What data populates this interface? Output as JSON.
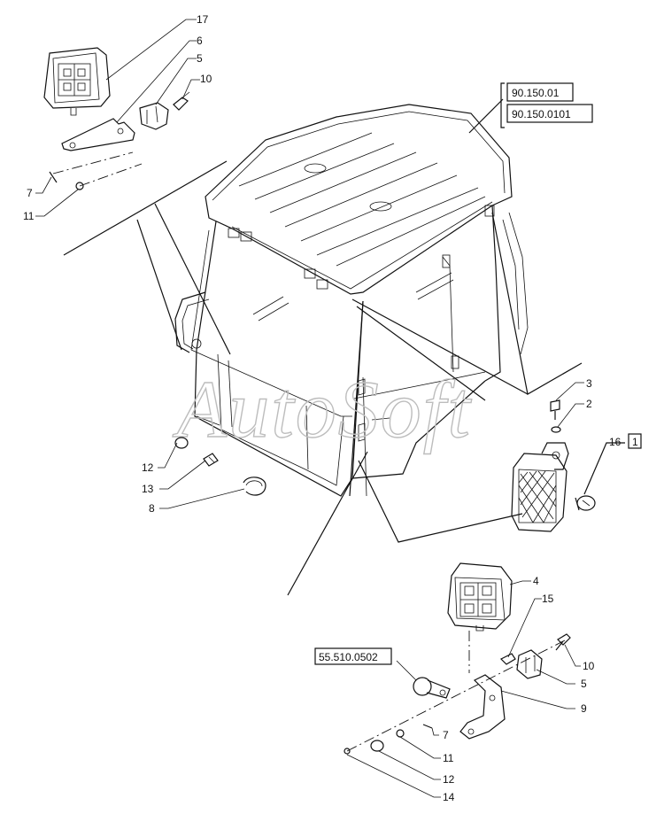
{
  "watermark": "AutoSoft",
  "references": {
    "ref_a": "90.150.01",
    "ref_b": "90.150.0101",
    "ref_c": "55.510.0502",
    "ref_d": "1"
  },
  "callouts": {
    "c17": "17",
    "c6": "6",
    "c5a": "5",
    "c10a": "10",
    "c7a": "7",
    "c11a": "11",
    "c3": "3",
    "c2": "2",
    "c16": "16",
    "c12a": "12",
    "c13": "13",
    "c8": "8",
    "c4": "4",
    "c15": "15",
    "c10b": "10",
    "c5b": "5",
    "c9": "9",
    "c7b": "7",
    "c11b": "11",
    "c12b": "12",
    "c14": "14"
  }
}
